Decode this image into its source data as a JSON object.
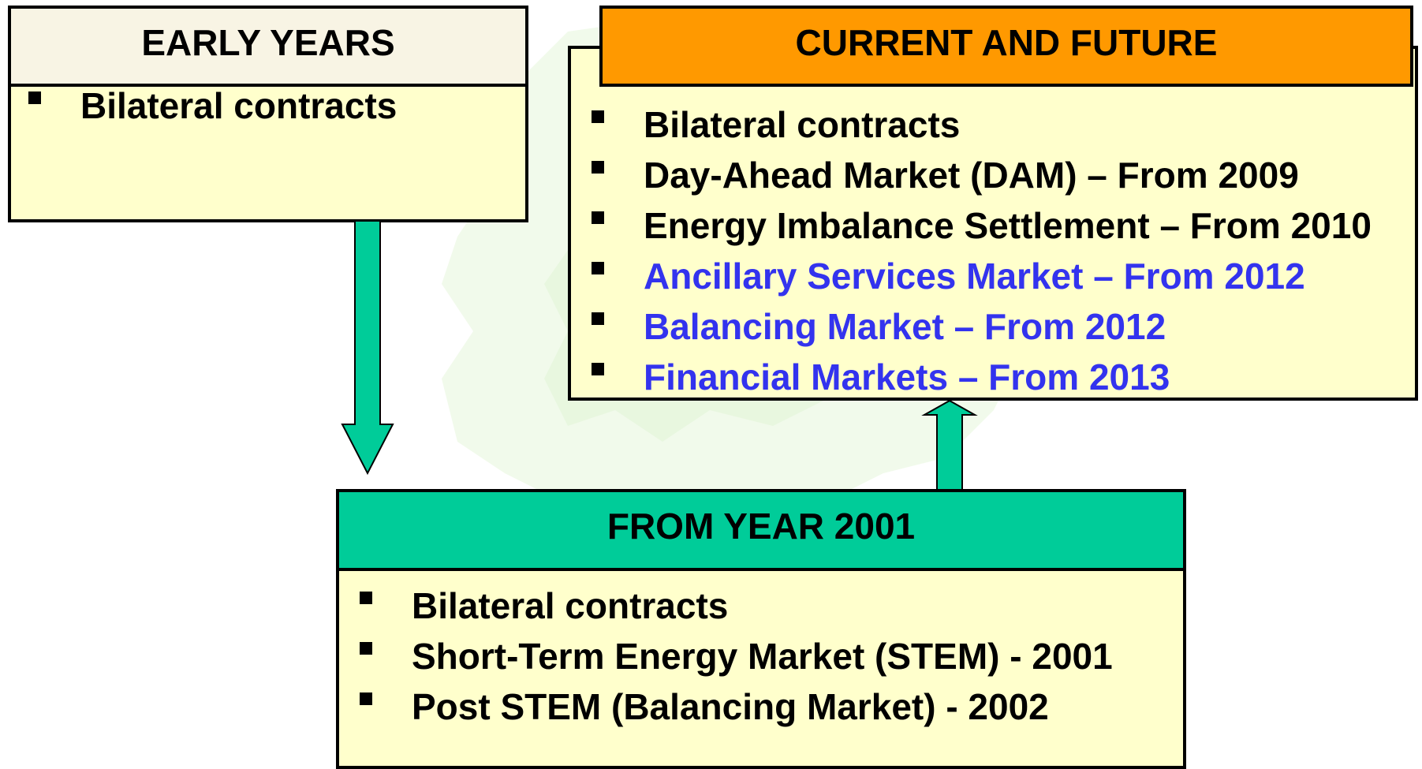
{
  "early_years": {
    "title": "EARLY YEARS",
    "items": [
      "Bilateral contracts"
    ]
  },
  "current_future": {
    "title": "CURRENT AND FUTURE",
    "items": [
      {
        "text": "Bilateral contracts",
        "color": "#000000"
      },
      {
        "text": "Day-Ahead Market (DAM) – From 2009",
        "color": "#000000"
      },
      {
        "text": "Energy Imbalance Settlement – From 2010",
        "color": "#000000"
      },
      {
        "text": "Ancillary Services Market – From 2012",
        "color": "#3333ee"
      },
      {
        "text": "Balancing Market – From 2012",
        "color": "#3333ee"
      },
      {
        "text": "Financial Markets – From 2013",
        "color": "#3333ee"
      }
    ]
  },
  "from_2001": {
    "title": "FROM YEAR 2001",
    "items": [
      "Bilateral contracts",
      "Short-Term Energy Market (STEM) - 2001",
      "Post STEM (Balancing Market) - 2002"
    ]
  },
  "colors": {
    "box_fill": "#ffffcc",
    "early_header_fill": "#f8f4e4",
    "current_header_fill": "#ff9900",
    "from2001_header_fill": "#00cc99",
    "arrow_fill": "#00cc99",
    "highlight_text": "#3333ee"
  }
}
